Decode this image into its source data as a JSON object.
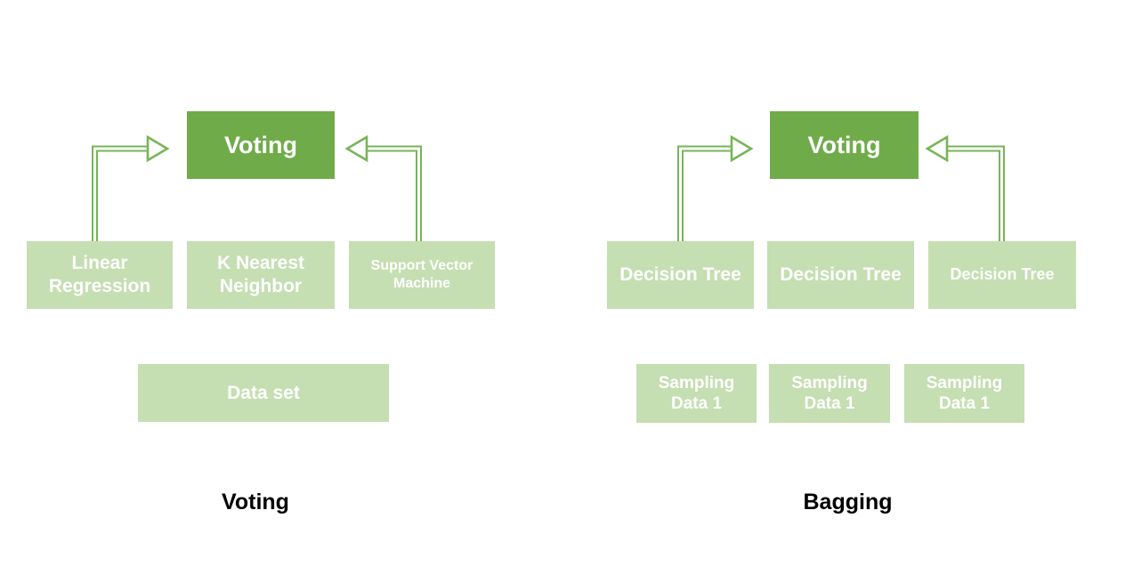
{
  "colors": {
    "dark_box": "#6FAC49",
    "light_box": "#C5DEB2",
    "arrow": "#77B558",
    "box_text": "#FFFFFF",
    "caption_text": "#000000"
  },
  "voting_diagram": {
    "caption": "Voting",
    "aggregator_box": "Voting",
    "model_boxes": [
      "Linear Regression",
      "K Nearest Neighbor",
      "Support Vector Machine"
    ],
    "data_boxes": [
      "Data set"
    ]
  },
  "bagging_diagram": {
    "caption": "Bagging",
    "aggregator_box": "Voting",
    "model_boxes": [
      "Decision Tree",
      "Decision Tree",
      "Decision Tree"
    ],
    "data_boxes": [
      "Sampling Data 1",
      "Sampling Data 1",
      "Sampling Data 1"
    ]
  }
}
